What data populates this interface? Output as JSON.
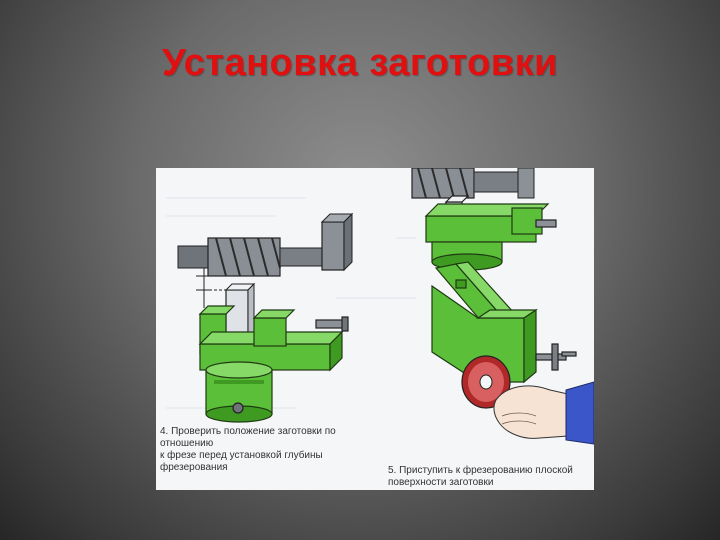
{
  "slide": {
    "title": "Установка заготовки",
    "title_color": "#e01010"
  },
  "illustration": {
    "caption_step4_line1": "4. Проверить положение заготовки по отношению",
    "caption_step4_line2": "к фрезе перед установкой глубины фрезерования",
    "caption_step5_line1": "5. Приступить к фрезерованию плоской",
    "caption_step5_line2": "поверхности заготовки",
    "machine_color": "#5cbf3a",
    "tool_color": "#7c8188"
  }
}
